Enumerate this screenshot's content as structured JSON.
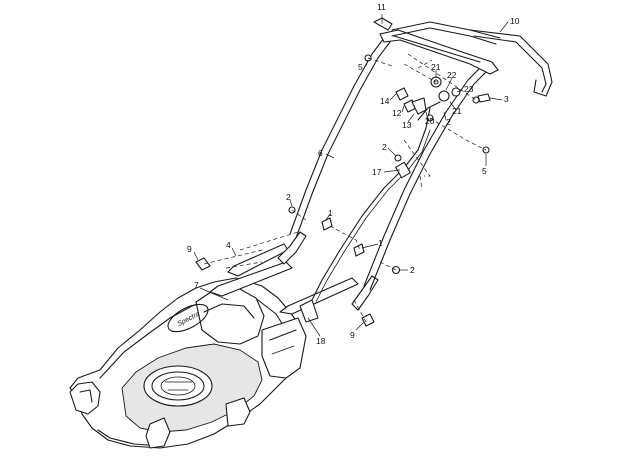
{
  "callouts": [
    {
      "id": "c11",
      "label": "11"
    },
    {
      "id": "c10",
      "label": "10"
    },
    {
      "id": "c5a",
      "label": "5"
    },
    {
      "id": "c21a",
      "label": "21"
    },
    {
      "id": "c22",
      "label": "22"
    },
    {
      "id": "c23",
      "label": "23"
    },
    {
      "id": "c3",
      "label": "3"
    },
    {
      "id": "c14",
      "label": "14"
    },
    {
      "id": "c12",
      "label": "12"
    },
    {
      "id": "c21b",
      "label": "21"
    },
    {
      "id": "c13",
      "label": "13"
    },
    {
      "id": "c20",
      "label": "20"
    },
    {
      "id": "c2a",
      "label": "2"
    },
    {
      "id": "c6",
      "label": "6"
    },
    {
      "id": "c2b",
      "label": "2"
    },
    {
      "id": "c17",
      "label": "17"
    },
    {
      "id": "c5b",
      "label": "5"
    },
    {
      "id": "c2c",
      "label": "2"
    },
    {
      "id": "c1a",
      "label": "1"
    },
    {
      "id": "c1b",
      "label": "1"
    },
    {
      "id": "c9a",
      "label": "9"
    },
    {
      "id": "c4",
      "label": "4"
    },
    {
      "id": "c2d",
      "label": "2"
    },
    {
      "id": "c7",
      "label": "7"
    },
    {
      "id": "c18",
      "label": "18"
    },
    {
      "id": "c9b",
      "label": "9"
    }
  ],
  "deck_brand": "Spectra",
  "colors": {
    "line": "#1a1a1a",
    "background": "#ffffff",
    "shade": "#e6e6e6"
  }
}
